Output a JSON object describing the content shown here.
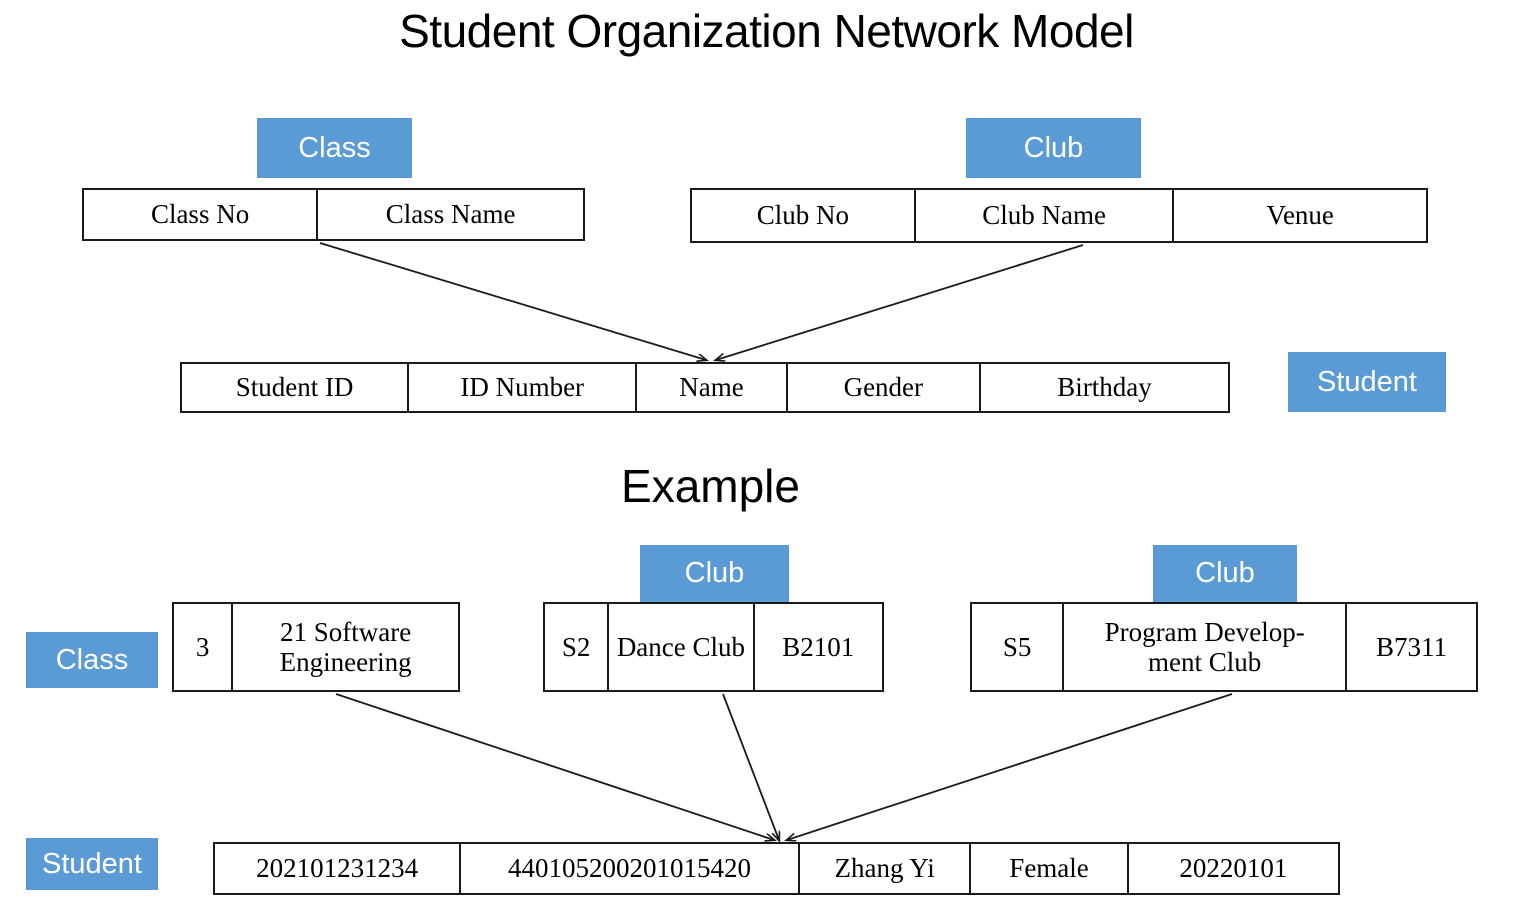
{
  "title": "Student Organization Network Model",
  "example_heading": "Example",
  "colors": {
    "badge_blue": "#5B9BD5",
    "badge_text": "#FFFFFF",
    "border": "#1A1A1A",
    "text": "#000000",
    "background": "#FFFFFF"
  },
  "model": {
    "class_entity": {
      "badge": "Class",
      "fields": [
        "Class No",
        "Class Name"
      ]
    },
    "club_entity": {
      "badge": "Club",
      "fields": [
        "Club No",
        "Club Name",
        "Venue"
      ]
    },
    "student_entity": {
      "badge": "Student",
      "fields": [
        "Student ID",
        "ID Number",
        "Name",
        "Gender",
        "Birthday"
      ]
    }
  },
  "example": {
    "class_record": {
      "badge": "Class",
      "values": [
        "3",
        "21 Software Engineering"
      ]
    },
    "club_record_1": {
      "badge": "Club",
      "values": [
        "S2",
        "Dance Club",
        "B2101"
      ]
    },
    "club_record_2": {
      "badge": "Club",
      "values": [
        "S5",
        "Program Develop-\nment Club",
        "B7311"
      ]
    },
    "student_record": {
      "badge": "Student",
      "values": [
        "202101231234",
        "440105200201015420",
        "Zhang Yi",
        "Female",
        "20220101"
      ]
    }
  }
}
